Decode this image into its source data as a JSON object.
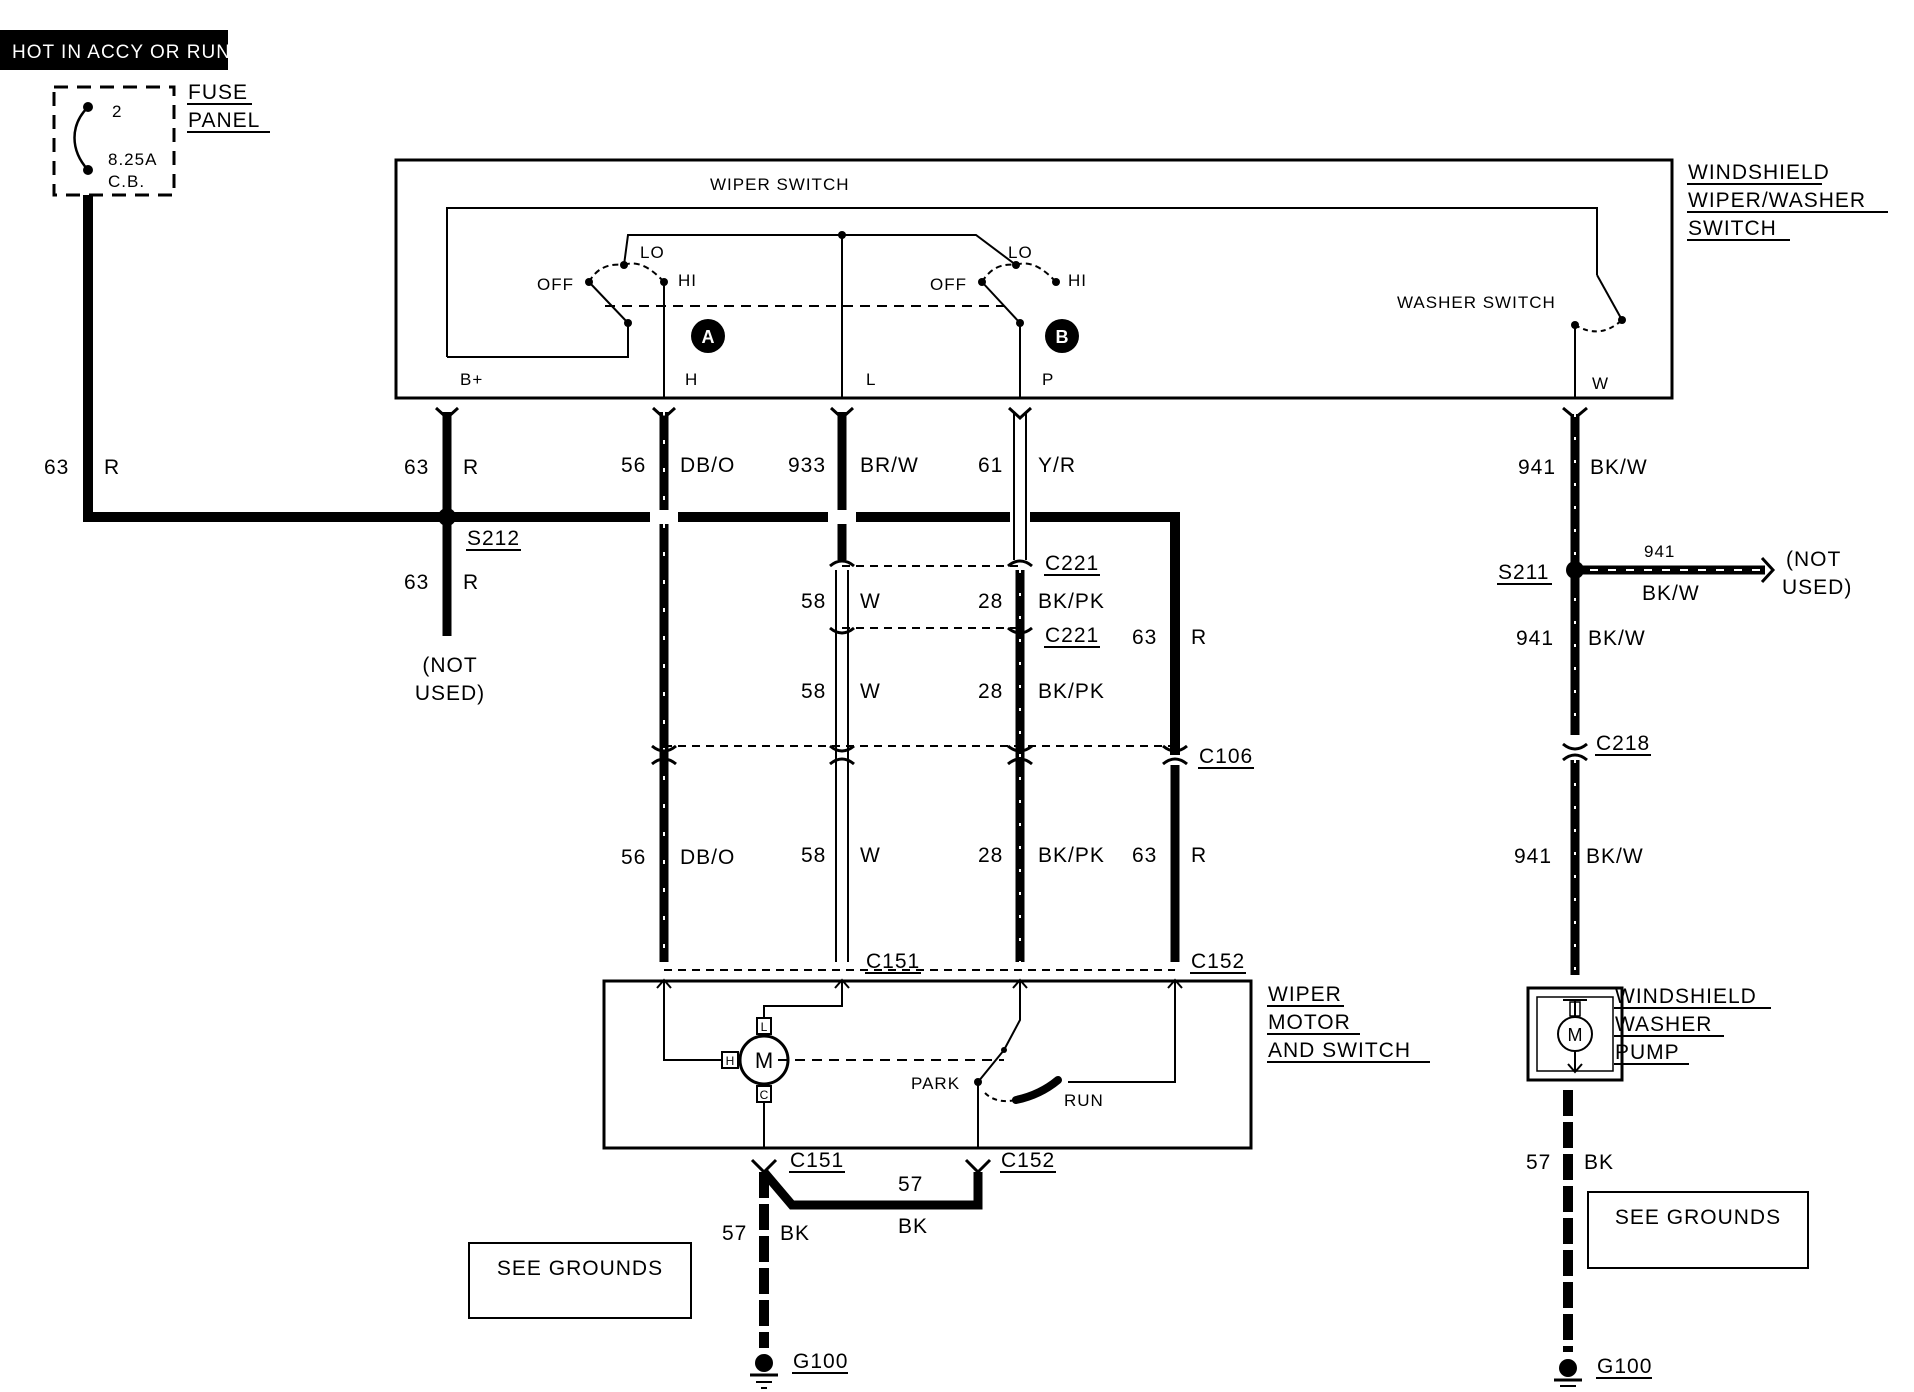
{
  "header": {
    "banner": "HOT IN ACCY OR RUN"
  },
  "fuse": {
    "title_line1": "FUSE",
    "title_line2": "PANEL",
    "number": "2",
    "rating": "8.25A",
    "type": "C.B."
  },
  "wiper_switch": {
    "inner_title": "WIPER SWITCH",
    "title_line1": "WINDSHIELD",
    "title_line2": "WIPER/WASHER",
    "title_line3": "SWITCH",
    "switch_a": {
      "off": "OFF",
      "lo": "LO",
      "hi": "HI",
      "marker": "A"
    },
    "switch_b": {
      "off": "OFF",
      "lo": "LO",
      "hi": "HI",
      "marker": "B"
    },
    "washer_switch": "WASHER SWITCH",
    "terminals": {
      "bplus": "B+",
      "h": "H",
      "l": "L",
      "p": "P",
      "w": "W"
    }
  },
  "wires": {
    "w63_left": {
      "num": "63",
      "color": "R"
    },
    "w63_top": {
      "num": "63",
      "color": "R"
    },
    "w63_bottom": {
      "num": "63",
      "color": "R"
    },
    "w56_top": {
      "num": "56",
      "color": "DB/O"
    },
    "w933": {
      "num": "933",
      "color": "BR/W"
    },
    "w61": {
      "num": "61",
      "color": "Y/R"
    },
    "w58_a": {
      "num": "58",
      "color": "W"
    },
    "w28_a": {
      "num": "28",
      "color": "BK/PK"
    },
    "w58_b": {
      "num": "58",
      "color": "W"
    },
    "w28_b": {
      "num": "28",
      "color": "BK/PK"
    },
    "w63_right": {
      "num": "63",
      "color": "R"
    },
    "w56_bot": {
      "num": "56",
      "color": "DB/O"
    },
    "w58_c": {
      "num": "58",
      "color": "W"
    },
    "w28_c": {
      "num": "28",
      "color": "BK/PK"
    },
    "w63_c": {
      "num": "63",
      "color": "R"
    },
    "w57_mid": {
      "num": "57",
      "color": "BK"
    },
    "w57_left": {
      "num": "57",
      "color": "BK"
    },
    "w941_a": {
      "num": "941",
      "color": "BK/W"
    },
    "w941_side": {
      "num": "941",
      "color": "BK/W"
    },
    "w941_b": {
      "num": "941",
      "color": "BK/W"
    },
    "w941_c": {
      "num": "941",
      "color": "BK/W"
    },
    "w57_right": {
      "num": "57",
      "color": "BK"
    }
  },
  "splices": {
    "s212": "S212",
    "s211": "S211"
  },
  "connectors": {
    "c221_top": "C221",
    "c221_bot": "C221",
    "c106": "C106",
    "c151_top": "C151",
    "c152_top": "C152",
    "c151_bot": "C151",
    "c152_bot": "C152",
    "c218": "C218"
  },
  "not_used": {
    "left_line1": "(NOT",
    "left_line2": "USED)",
    "right_line1": "(NOT",
    "right_line2": "USED)"
  },
  "wiper_motor": {
    "title_line1": "WIPER",
    "title_line2": "MOTOR",
    "title_line3": "AND SWITCH",
    "motor": "M",
    "term_l": "L",
    "term_h": "H",
    "term_c": "C",
    "park": "PARK",
    "run": "RUN"
  },
  "washer_pump": {
    "title_line1": "WINDSHIELD",
    "title_line2": "WASHER",
    "title_line3": "PUMP",
    "motor": "M"
  },
  "grounds": {
    "see_left": "SEE GROUNDS",
    "see_right": "SEE GROUNDS",
    "g100_left": "G100",
    "g100_right": "G100"
  }
}
